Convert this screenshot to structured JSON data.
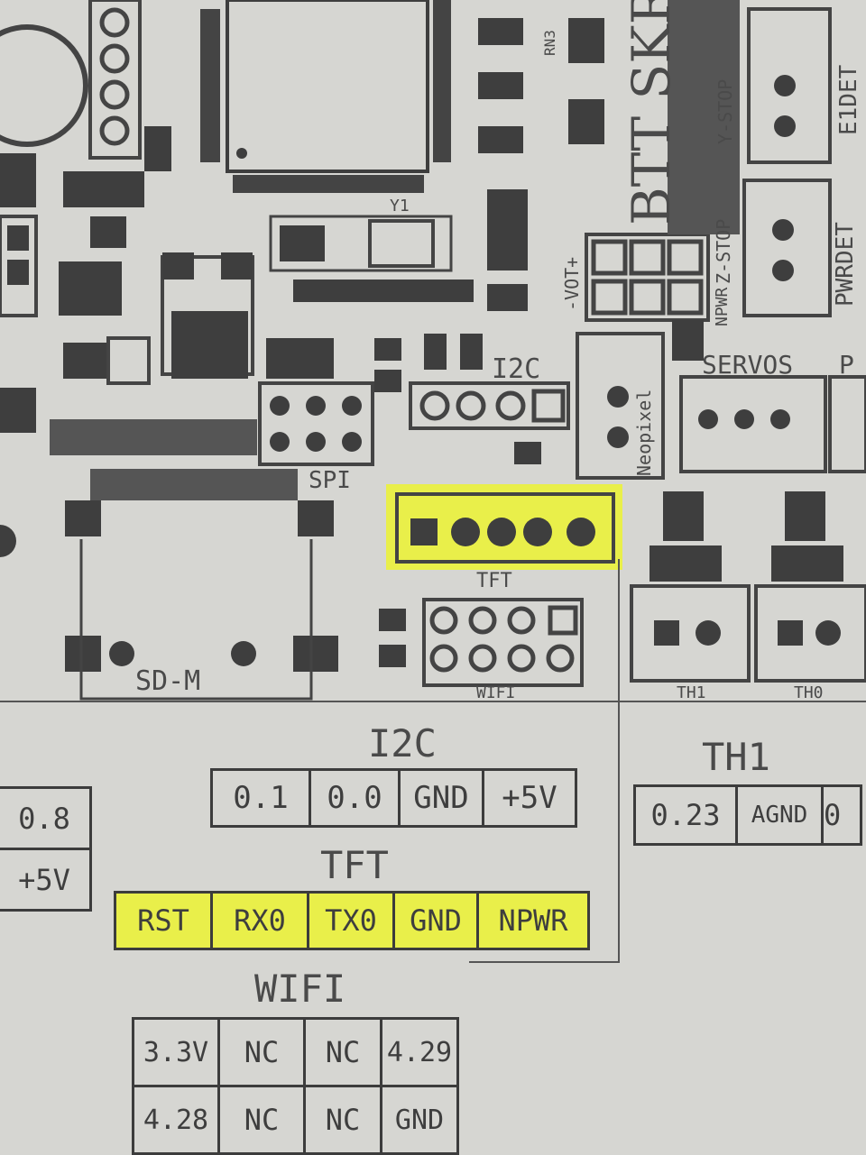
{
  "board": {
    "silk_title": "BTT SKR",
    "labels": {
      "rn3": "RN3",
      "y1": "Y1",
      "i2c": "I2C",
      "spi": "SPI",
      "sd": "SD-M",
      "tft": "TFT",
      "wifi": "WIFI",
      "neopixel": "Neopixel",
      "servos": "SERVOS",
      "servos_next": "P",
      "ystop": "Y-STOP",
      "zstop": "Z-STOP",
      "npwr": "NPWR",
      "vot": "-VOT+",
      "e1det": "E1DET",
      "pwrdet": "PWRDET",
      "th1": "TH1",
      "th0": "TH0"
    }
  },
  "pinout": {
    "i2c": {
      "title": "I2C",
      "pins": [
        "0.1",
        "0.0",
        "GND",
        "+5V"
      ]
    },
    "th1": {
      "title": "TH1",
      "pins": [
        "0.23",
        "AGND",
        "0"
      ]
    },
    "left": {
      "pins": [
        "0.8",
        "+5V"
      ]
    },
    "tft": {
      "title": "TFT",
      "pins": [
        "RST",
        "RX0",
        "TX0",
        "GND",
        "NPWR"
      ],
      "highlight": "#e9ef4a"
    },
    "wifi": {
      "title": "WIFI",
      "rows": [
        [
          "3.3V",
          "NC",
          "NC",
          "4.29"
        ],
        [
          "4.28",
          "NC",
          "NC",
          "GND"
        ]
      ]
    }
  }
}
